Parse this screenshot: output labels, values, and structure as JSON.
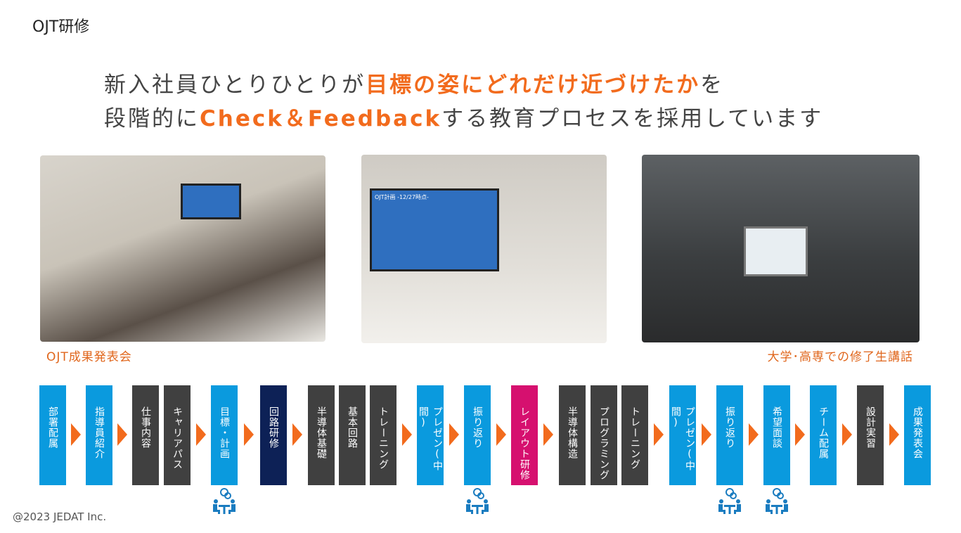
{
  "title": "OJT研修",
  "headline": {
    "line1_pre": "新入社員ひとりひとりが",
    "line1_hl": "目標の姿にどれだけ近づけたか",
    "line1_post": "を",
    "line2_pre": "段階的に",
    "line2_hl": "Check＆Feedback",
    "line2_post": "する教育プロセスを採用しています"
  },
  "photos": {
    "caption_left": "OJT成果発表会",
    "caption_right": "大学･高専での修了生講話",
    "screen_text": "OJT計画 -12/27時点-"
  },
  "colors": {
    "blue": "#0a9ade",
    "dark": "#404040",
    "navy": "#0d2156",
    "magenta": "#d6106f",
    "orange": "#f26b1d"
  },
  "steps": [
    {
      "label": "部署配属",
      "kind": "blue"
    },
    {
      "label": "指導員紹介",
      "kind": "blue"
    },
    {
      "label": "仕事内容",
      "kind": "dark"
    },
    {
      "label": "キャリアパス",
      "kind": "dark"
    },
    {
      "label": "目標・計画",
      "kind": "blue",
      "meeting": true
    },
    {
      "label": "回路研修",
      "kind": "navy"
    },
    {
      "label": "半導体基礎",
      "kind": "dark"
    },
    {
      "label": "基本回路",
      "kind": "dark"
    },
    {
      "label": "トレーニング",
      "kind": "dark"
    },
    {
      "label": "プレゼン(中間)",
      "kind": "blue"
    },
    {
      "label": "振り返り",
      "kind": "blue",
      "meeting": true
    },
    {
      "label": "レイアウト研修",
      "kind": "magenta"
    },
    {
      "label": "半導体構造",
      "kind": "dark"
    },
    {
      "label": "プログラミング",
      "kind": "dark"
    },
    {
      "label": "トレーニング",
      "kind": "dark"
    },
    {
      "label": "プレゼン(中間)",
      "kind": "blue"
    },
    {
      "label": "振り返り",
      "kind": "blue",
      "meeting": true
    },
    {
      "label": "希望面談",
      "kind": "blue",
      "meeting": true
    },
    {
      "label": "チーム配属",
      "kind": "blue"
    },
    {
      "label": "設計実習",
      "kind": "dark"
    },
    {
      "label": "成果発表会",
      "kind": "blue"
    }
  ],
  "copyright": "@2023 JEDAT Inc."
}
